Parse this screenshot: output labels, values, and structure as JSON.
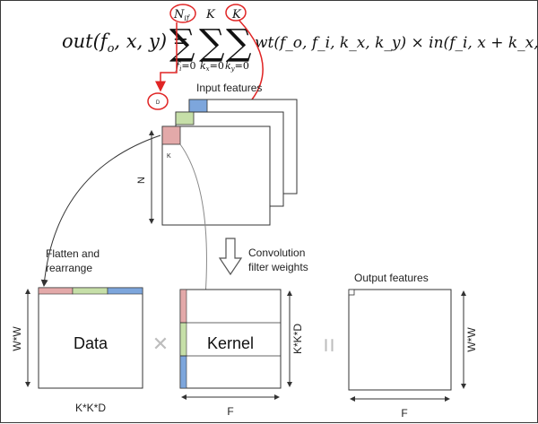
{
  "formula": {
    "lhs": "out(f",
    "lhs_sub": "o",
    "lhs_rest": ", x, y) =",
    "sum1_top": "N",
    "sum1_top_sub": "if",
    "sum1_bottom": "f",
    "sum1_bottom_sub": "i",
    "sum1_bottom_rest": "=0",
    "sum2_top": "K",
    "sum2_bottom": "k",
    "sum2_bottom_sub": "x",
    "sum2_bottom_rest": "=0",
    "sum3_top": "K",
    "sum3_bottom": "k",
    "sum3_bottom_sub": "y",
    "sum3_bottom_rest": "=0",
    "sigma": "∑",
    "rhs": "wt(f_o, f_i, k_x, k_y) × in(f_i, x + k_x, y + k_y)"
  },
  "labels": {
    "input_features": "Input features",
    "d_circle": "D",
    "k_circle": "K",
    "k_small": "K",
    "n_vertical": "N",
    "flatten_line1": "Flatten and",
    "flatten_line2": "rearrange",
    "convolution_line1": "Convolution",
    "convolution_line2": "filter weights",
    "output_features": "Output features",
    "data": "Data",
    "kernel": "Kernel",
    "ww_left": "W*W",
    "kkd_bottom": "K*K*D",
    "kkd_right": "K*K*D",
    "f_kernel": "F",
    "ww_right": "W*W",
    "f_output": "F",
    "times": "✕",
    "equals": "="
  },
  "colors": {
    "red_annotation": "#e02424",
    "pink": "#e3a9a9",
    "green": "#c6dfa8",
    "blue": "#7da6dc",
    "line": "#3a3a3a"
  }
}
